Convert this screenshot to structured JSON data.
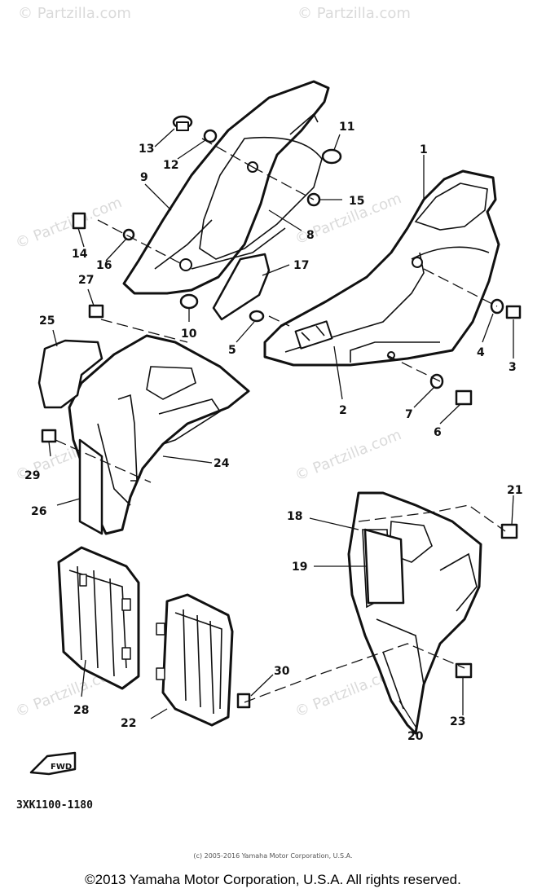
{
  "watermark": "© Partzilla.com",
  "diagram_code": "3XK1100-1180",
  "fwd_label": "FWD",
  "footer_small": "(c) 2005-2016 Yamaha Motor Corporation, U.S.A.",
  "footer_main": "©2013 Yamaha Motor Corporation, U.S.A. All rights reserved.",
  "callouts": [
    "1",
    "2",
    "3",
    "4",
    "5",
    "6",
    "7",
    "8",
    "9",
    "10",
    "11",
    "12",
    "13",
    "14",
    "15",
    "16",
    "17",
    "18",
    "19",
    "20",
    "21",
    "22",
    "23",
    "24",
    "25",
    "26",
    "27",
    "28",
    "29",
    "30"
  ]
}
